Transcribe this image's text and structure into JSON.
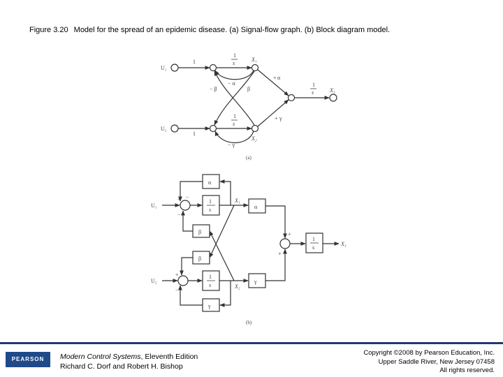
{
  "caption": {
    "figure_number": "Figure 3.20",
    "text": "Model for the spread of an epidemic disease. (a) Signal-flow graph. (b) Block diagram model."
  },
  "signal_flow": {
    "label": "(a)",
    "u1": "U₁",
    "u2": "U₂",
    "x1": "X₁",
    "x2": "X₂",
    "x3": "X₃",
    "gain_u1": "1",
    "gain_u2": "1",
    "integrator_num": "1",
    "integrator_den": "s",
    "gain_neg_alpha": "− α",
    "gain_neg_beta": "− β",
    "gain_beta": "β",
    "gain_alpha": "α",
    "gain_neg_gamma": "− γ",
    "gain_gamma": "γ",
    "plus_sign": "+",
    "plus_sign_2": "+"
  },
  "block_diagram": {
    "label": "(b)",
    "u1": "U₁",
    "u2": "U₂",
    "x1": "X₁",
    "x2": "X₂",
    "x3": "X₃",
    "alpha": "α",
    "beta": "β",
    "gamma": "γ",
    "int_num": "1",
    "int_den": "s",
    "plus": "+",
    "minus": "−"
  },
  "footer": {
    "logo": "PEARSON",
    "book_title": "Modern Control Systems",
    "book_edition": ", Eleventh Edition",
    "authors": "Richard C. Dorf and Robert H. Bishop",
    "copyright_line1": "Copyright ©2008 by Pearson Education, Inc.",
    "copyright_line2": "Upper Saddle River, New Jersey 07458",
    "copyright_line3": "All rights reserved."
  }
}
